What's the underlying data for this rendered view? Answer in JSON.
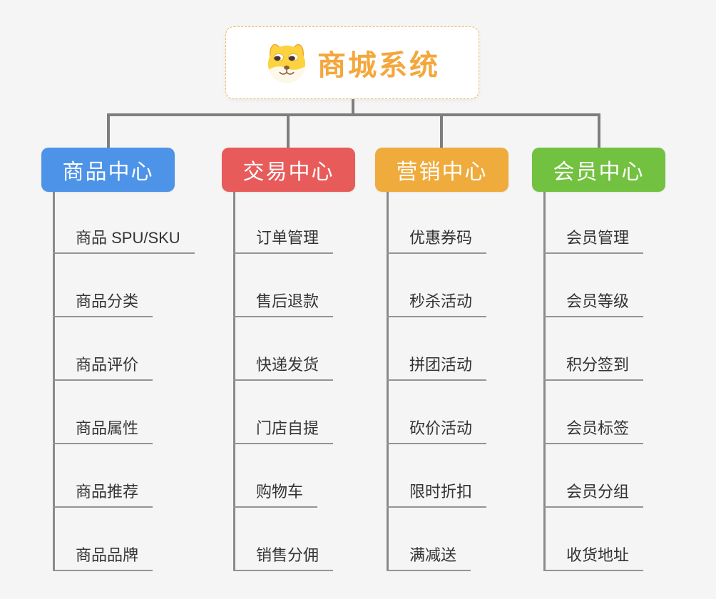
{
  "root": {
    "title": "商城系统",
    "icon": "dog-face-icon",
    "title_color": "#f4a73c",
    "border_color": "#f2b966"
  },
  "palette": {
    "connector_line": "#7e7e7e",
    "column_line": "#8a8a8a",
    "leaf_underline": "#949494",
    "leaf_text": "#333333",
    "background": "#f5f5f6"
  },
  "columns": [
    {
      "label": "商品中心",
      "color": "#4d93e8",
      "items": [
        "商品 SPU/SKU",
        "商品分类",
        "商品评价",
        "商品属性",
        "商品推荐",
        "商品品牌"
      ]
    },
    {
      "label": "交易中心",
      "color": "#e85b5b",
      "items": [
        "订单管理",
        "售后退款",
        "快递发货",
        "门店自提",
        "购物车",
        "销售分佣"
      ]
    },
    {
      "label": "营销中心",
      "color": "#efab3c",
      "items": [
        "优惠券码",
        "秒杀活动",
        "拼团活动",
        "砍价活动",
        "限时折扣",
        "满减送"
      ]
    },
    {
      "label": "会员中心",
      "color": "#72c140",
      "items": [
        "会员管理",
        "会员等级",
        "积分签到",
        "会员标签",
        "会员分组",
        "收货地址"
      ]
    }
  ]
}
